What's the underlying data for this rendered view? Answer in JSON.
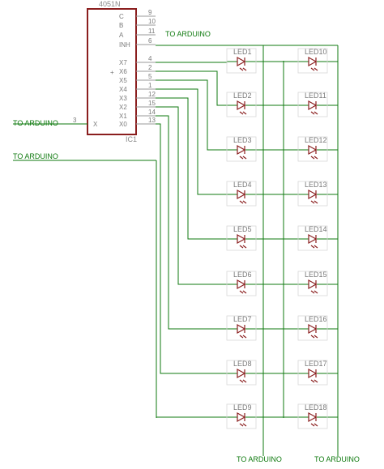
{
  "chip": {
    "part": "4051N",
    "ref": "IC1",
    "pin_labels": [
      "C",
      "B",
      "A",
      "INH",
      "X7",
      "X6",
      "X5",
      "X4",
      "X3",
      "X2",
      "X1",
      "X0",
      "X"
    ],
    "pin_numbers": [
      "9",
      "10",
      "11",
      "6",
      "4",
      "2",
      "5",
      "1",
      "12",
      "15",
      "14",
      "13",
      "3"
    ],
    "plus_mark": "+"
  },
  "arduino_labels": {
    "top_right": "TO ARDUINO",
    "left_x": "TO ARDUINO",
    "left_bus": "TO ARDUINO",
    "bottom_left": "TO ARDUINO",
    "bottom_right": "TO ARDUINO"
  },
  "leds": {
    "left_column": [
      "LED1",
      "LED2",
      "LED3",
      "LED4",
      "LED5",
      "LED6",
      "LED7",
      "LED8",
      "LED9"
    ],
    "right_column": [
      "LED10",
      "LED11",
      "LED12",
      "LED13",
      "LED14",
      "LED15",
      "LED16",
      "LED17",
      "LED18"
    ]
  },
  "colors": {
    "wire": "#0f7a0f",
    "component": "#8a1e1e",
    "pin": "#9a9a9a"
  }
}
